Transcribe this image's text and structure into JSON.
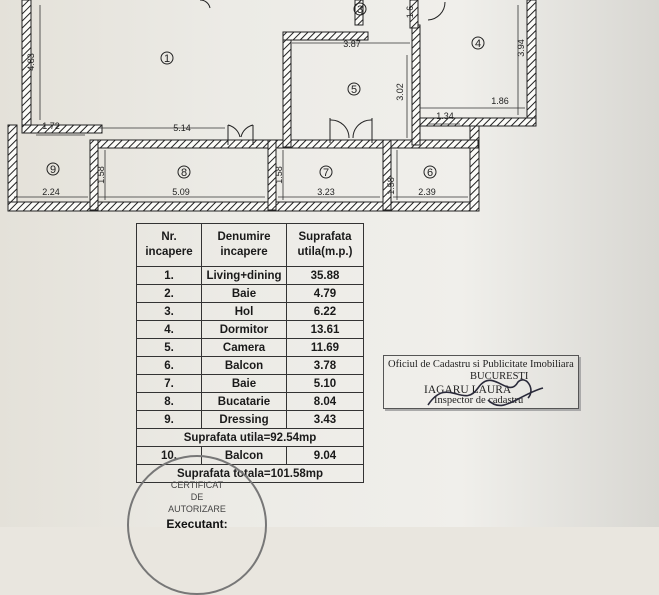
{
  "plan": {
    "rooms": [
      "1",
      "3",
      "4",
      "5",
      "6",
      "7",
      "8",
      "9"
    ],
    "dims": [
      "4.83",
      "3.87",
      "1.6",
      "3.94",
      "3.02",
      "1.86",
      "1.72",
      "5.14",
      "1.34",
      "1.58",
      "1.58",
      "1.58",
      "2.24",
      "5.09",
      "3.23",
      "2.39"
    ]
  },
  "table": {
    "header": {
      "col1": [
        "Nr.",
        "incapere"
      ],
      "col2": [
        "Denumire",
        "incapere"
      ],
      "col3": [
        "Suprafata",
        "utila(m.p.)"
      ]
    },
    "rows": [
      {
        "nr": "1.",
        "name": "Living+dining",
        "area": "35.88"
      },
      {
        "nr": "2.",
        "name": "Baie",
        "area": "4.79"
      },
      {
        "nr": "3.",
        "name": "Hol",
        "area": "6.22"
      },
      {
        "nr": "4.",
        "name": "Dormitor",
        "area": "13.61"
      },
      {
        "nr": "5.",
        "name": "Camera",
        "area": "11.69"
      },
      {
        "nr": "6.",
        "name": "Balcon",
        "area": "3.78"
      },
      {
        "nr": "7.",
        "name": "Baie",
        "area": "5.10"
      },
      {
        "nr": "8.",
        "name": "Bucatarie",
        "area": "8.04"
      },
      {
        "nr": "9.",
        "name": "Dressing",
        "area": "3.43"
      }
    ],
    "util_total": "Suprafata utila=92.54mp",
    "balcony": {
      "nr": "10.",
      "name": "Balcon",
      "area": "9.04"
    },
    "grand_total": "Suprafata totala=101.58mp"
  },
  "stamp": {
    "line1": "Oficiul de Cadastru si Publicitate Imobiliara",
    "line2": "BUCURESTI",
    "line3": "IAGARU LAURA",
    "line4": "Inspector de cadastru"
  },
  "seal": {
    "line1": "CERTIFICAT",
    "line2": "DE",
    "line3": "AUTORIZARE",
    "executant": "Executant:"
  }
}
